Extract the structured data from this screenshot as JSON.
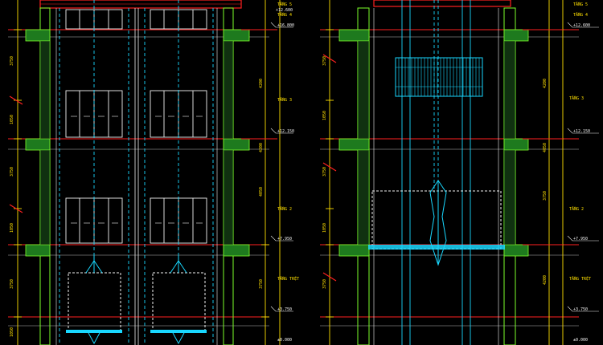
{
  "drawing": {
    "colors": {
      "background": "#000000",
      "red": "#ff2020",
      "yellow": "#ffe000",
      "green": "#7dff2a",
      "cyan": "#19d8ff",
      "white": "#f2f2f2",
      "cyan_dark": "#1390b0",
      "hatch": "#2fbf2f"
    },
    "left_section": {
      "floor_labels": [
        "TẦNG 5",
        "TẦNG 4",
        "TẦNG 3",
        "TẦNG 2",
        "TẦNG TRỆT"
      ],
      "level_marks": [
        "+12.600",
        "+16.800",
        "+12.150",
        "+7.950",
        "+3.750",
        "±0.000"
      ],
      "dims_left": [
        "3750",
        "1050",
        "3750",
        "1050",
        "3750",
        "1050"
      ],
      "dims_right": [
        "4200",
        "4200",
        "4050",
        "3750"
      ]
    },
    "right_section": {
      "floor_labels": [
        "TẦNG 5",
        "TẦNG 4",
        "TẦNG 3",
        "TẦNG 2",
        "TẦNG TRỆT"
      ],
      "level_marks": [
        "+12.600",
        "+12.150",
        "+7.950",
        "+3.750",
        "±0.000"
      ],
      "dims_left": [
        "3750",
        "1050",
        "3750",
        "1050",
        "3750"
      ],
      "dims_right": [
        "4200",
        "4050",
        "3750",
        "4200"
      ]
    }
  }
}
